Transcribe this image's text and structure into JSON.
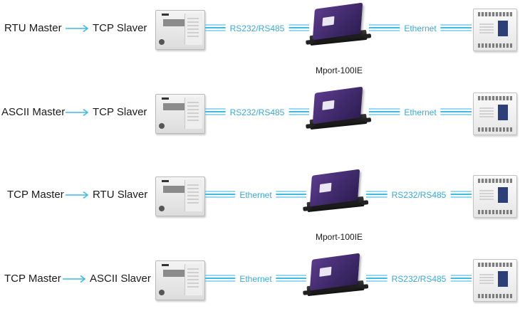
{
  "link_color": "#3fb9e6",
  "rows": [
    {
      "master": "RTU Master",
      "slaver": "TCP Slaver",
      "left_link": "RS232/RS485",
      "right_link": "Ethernet"
    },
    {
      "master": "ASCII Master",
      "slaver": "TCP Slaver",
      "left_link": "RS232/RS485",
      "right_link": "Ethernet"
    },
    {
      "master": "TCP Master",
      "slaver": "RTU Slaver",
      "left_link": "Ethernet",
      "right_link": "RS232/RS485"
    },
    {
      "master": "TCP Master",
      "slaver": "ASCII Slaver",
      "left_link": "Ethernet",
      "right_link": "RS232/RS485"
    }
  ],
  "captions": [
    "Mport-100IE",
    "Mport-100IE"
  ]
}
